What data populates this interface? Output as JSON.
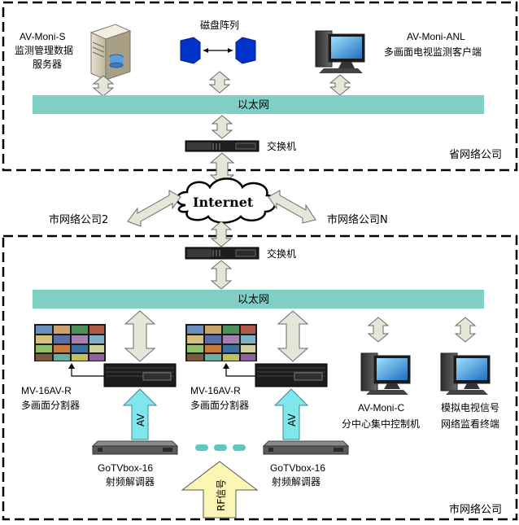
{
  "province": {
    "server_name": "AV-Moni-S",
    "server_desc_line1": "监测管理数据",
    "server_desc_line2": "服务器",
    "disk_array": "磁盘阵列",
    "client_name": "AV-Moni-ANL",
    "client_desc": "多画面电视监测客户端",
    "ethernet": "以太网",
    "switch": "交换机",
    "company": "省网络公司"
  },
  "network": {
    "internet": "Internet",
    "city_company_2": "市网络公司2",
    "city_company_n": "市网络公司N"
  },
  "city": {
    "switch": "交换机",
    "ethernet": "以太网",
    "splitter1_name": "MV-16AV-R",
    "splitter1_desc": "多画面分割器",
    "splitter2_name": "MV-16AV-R",
    "splitter2_desc": "多画面分割器",
    "controller_name": "AV-Moni-C",
    "controller_desc": "分中心集中控制机",
    "analog_line1": "模拟电视信号",
    "analog_line2": "网络监看终端",
    "av_label": "AV",
    "demod1_name": "GoTVbox-16",
    "demod1_desc": "射频解调器",
    "demod2_name": "GoTVbox-16",
    "demod2_desc": "射频解调器",
    "rf_signal": "RF信号",
    "company": "市网络公司"
  },
  "colors": {
    "ethernet_bar": "#7fcfc4",
    "arrow_fill": "#e4e6d8",
    "arrow_stroke": "#6a6a6a",
    "av_arrow": "#7fe6ec",
    "rf_arrow": "#fbf6b4",
    "disk_blue": "#0033cc",
    "dots_teal": "#5fc7c2",
    "dashed_border": "#000000"
  }
}
